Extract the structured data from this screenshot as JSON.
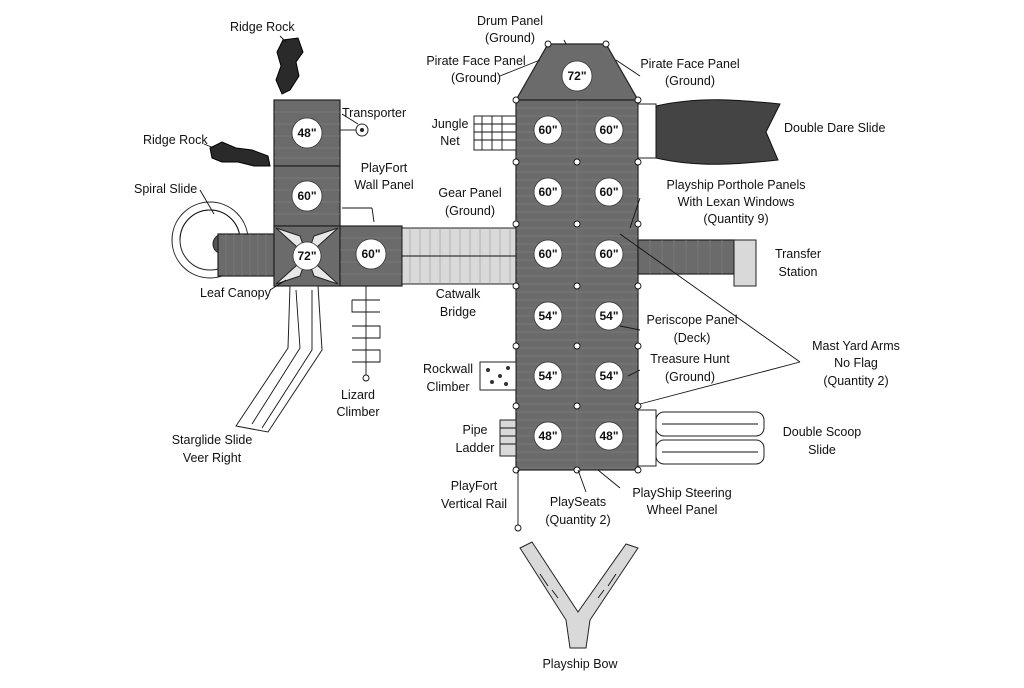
{
  "labels": {
    "ridge_rock_top": "Ridge Rock",
    "ridge_rock_mid": "Ridge Rock",
    "transporter": "Transporter",
    "spiral_slide": "Spiral Slide",
    "playfort_wall_1": "PlayFort",
    "playfort_wall_2": "Wall Panel",
    "leaf_canopy": "Leaf Canopy",
    "lizard_1": "Lizard",
    "lizard_2": "Climber",
    "starglide_1": "Starglide Slide",
    "starglide_2": "Veer Right",
    "drum_1": "Drum Panel",
    "drum_2": "(Ground)",
    "pirate_left_1": "Pirate Face Panel",
    "pirate_left_2": "(Ground)",
    "pirate_right_1": "Pirate Face Panel",
    "pirate_right_2": "(Ground)",
    "jungle_1": "Jungle",
    "jungle_2": "Net",
    "gear_1": "Gear Panel",
    "gear_2": "(Ground)",
    "catwalk_1": "Catwalk",
    "catwalk_2": "Bridge",
    "rockwall_1": "Rockwall",
    "rockwall_2": "Climber",
    "pipe_1": "Pipe",
    "pipe_2": "Ladder",
    "pf_vertical_1": "PlayFort",
    "pf_vertical_2": "Vertical Rail",
    "playseats_1": "PlaySeats",
    "playseats_2": "(Quantity 2)",
    "steering_1": "PlayShip Steering",
    "steering_2": "Wheel Panel",
    "bow": "Playship Bow",
    "double_dare": "Double Dare Slide",
    "porthole_1": "Playship Porthole Panels",
    "porthole_2": "With Lexan Windows",
    "porthole_3": "(Quantity 9)",
    "transfer_1": "Transfer",
    "transfer_2": "Station",
    "periscope_1": "Periscope Panel",
    "periscope_2": "(Deck)",
    "treasure_1": "Treasure Hunt",
    "treasure_2": "(Ground)",
    "mast_1": "Mast Yard Arms",
    "mast_2": "No Flag",
    "mast_3": "(Quantity 2)",
    "double_scoop_1": "Double Scoop",
    "double_scoop_2": "Slide"
  },
  "decks": {
    "d48_left": "48\"",
    "d60_left": "60\"",
    "d72_leaf": "72\"",
    "d60_mid": "60\"",
    "d72_bow": "72\"",
    "r1a": "60\"",
    "r1b": "60\"",
    "r2a": "60\"",
    "r2b": "60\"",
    "r3a": "60\"",
    "r3b": "60\"",
    "r4a": "54\"",
    "r4b": "54\"",
    "r5a": "54\"",
    "r5b": "54\"",
    "r6a": "48\"",
    "r6b": "48\""
  }
}
